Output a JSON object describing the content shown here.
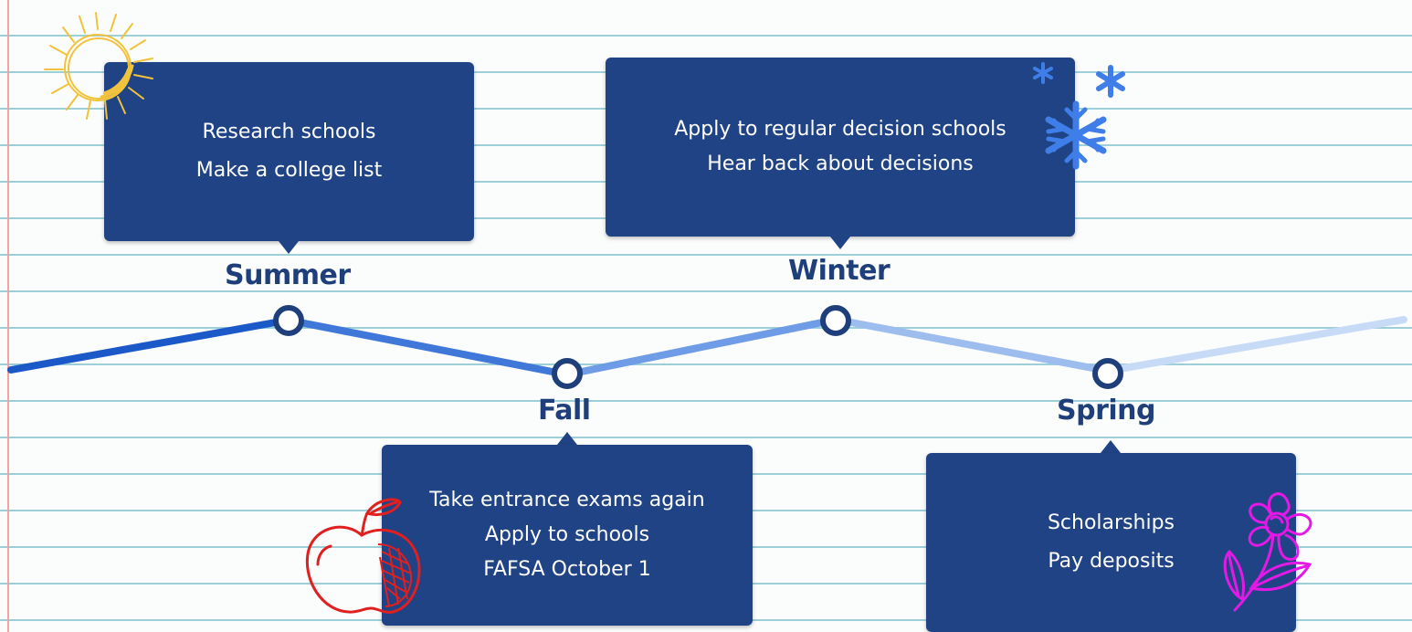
{
  "seasons": [
    {
      "name": "Summer",
      "items": [
        "Research schools",
        "Make a college list"
      ]
    },
    {
      "name": "Fall",
      "items": [
        "Take entrance exams again",
        "Apply to schools",
        "FAFSA October 1"
      ]
    },
    {
      "name": "Winter",
      "items": [
        "Apply to regular decision schools",
        "Hear back about decisions"
      ]
    },
    {
      "name": "Spring",
      "items": [
        "Scholarships",
        "Pay deposits"
      ]
    }
  ],
  "colors": {
    "card": "#1f4384",
    "label": "#1f3f7b",
    "node_stroke": "#1f3f7b",
    "segments": [
      "#1a59c7",
      "#3f78d8",
      "#6e9ce6",
      "#9dbdef",
      "#c7dbf7"
    ]
  },
  "decorations": [
    "sun-icon",
    "snowflake-icon",
    "apple-icon",
    "flower-icon"
  ]
}
